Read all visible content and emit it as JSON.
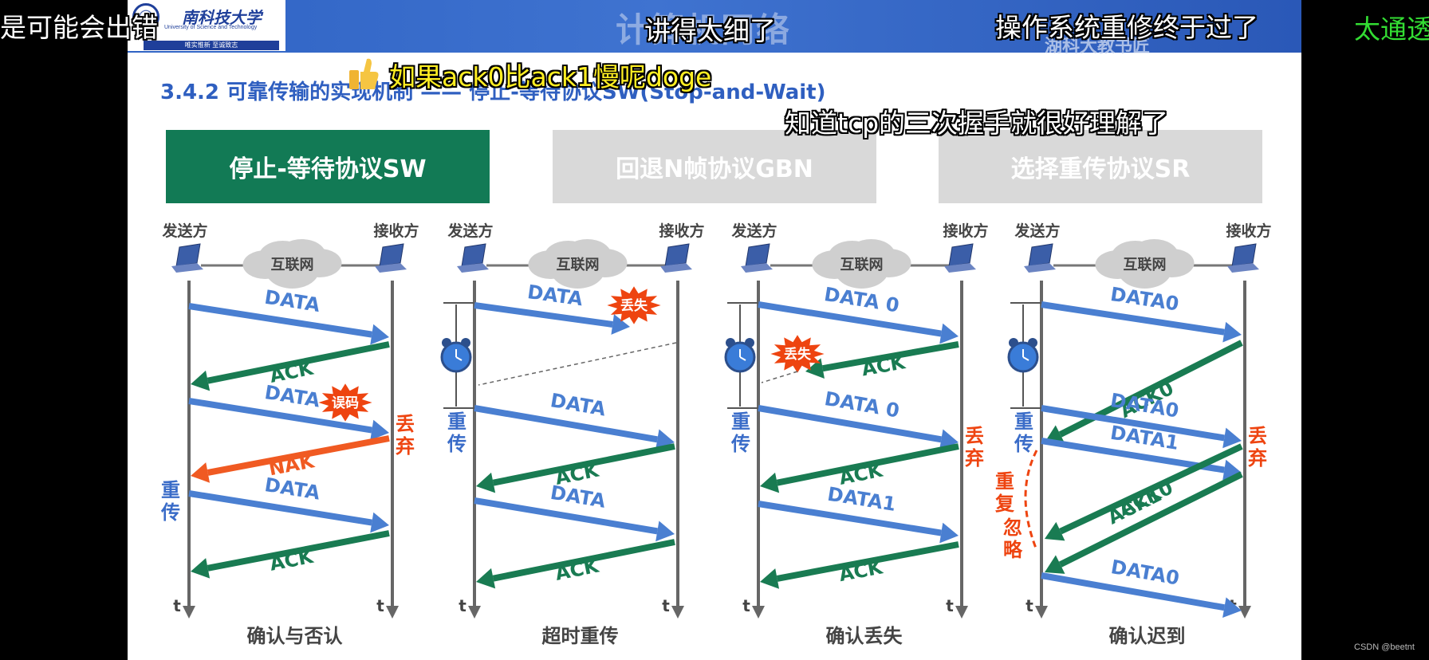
{
  "header": {
    "school_logo_cn": "南科技大学",
    "school_logo_en": "University of Science and Technology",
    "school_motto": "唯实惟新  至诚致志",
    "watermark_title": "计算机网络",
    "watermark_school": "湖科大教书匠"
  },
  "slide": {
    "title": "3.4.2 可靠传输的实现机制 —— 停止-等待协议SW(Stop-and-Wait)",
    "tabs": [
      {
        "label": "停止-等待协议SW",
        "active": true
      },
      {
        "label": "回退N帧协议GBN",
        "active": false
      },
      {
        "label": "选择重传协议SR",
        "active": false
      }
    ],
    "colors": {
      "data_arrow": "#4a7fd1",
      "ack_arrow": "#197b52",
      "nak_arrow": "#f05a22",
      "burst": "#ee4410",
      "side_label_blue": "#3a6cc8",
      "side_label_red": "#ee4410",
      "active_tab": "#127a55"
    },
    "panels": [
      {
        "sender": "发送方",
        "receiver": "接收方",
        "network": "互联网",
        "caption": "确认与否认",
        "time_label": "t",
        "arrows": [
          "DATA",
          "ACK",
          "DATA",
          "NAK",
          "DATA",
          "ACK"
        ],
        "burst": "误码",
        "labels": {
          "discard": "丢弃",
          "retransmit": "重传"
        }
      },
      {
        "sender": "发送方",
        "receiver": "接收方",
        "network": "互联网",
        "caption": "超时重传",
        "time_label": "t",
        "arrows": [
          "DATA",
          "DATA",
          "ACK",
          "DATA",
          "ACK"
        ],
        "burst": "丢失",
        "labels": {
          "retransmit": "重传"
        }
      },
      {
        "sender": "发送方",
        "receiver": "接收方",
        "network": "互联网",
        "caption": "确认丢失",
        "time_label": "t",
        "arrows": [
          "DATA 0",
          "ACK",
          "DATA 0",
          "ACK",
          "DATA1",
          "ACK"
        ],
        "burst": "丢失",
        "labels": {
          "retransmit": "重传",
          "discard": "丢弃"
        }
      },
      {
        "sender": "发送方",
        "receiver": "接收方",
        "network": "互联网",
        "caption": "确认迟到",
        "time_label": "t",
        "arrows": [
          "DATA0",
          "ACK0",
          "DATA0",
          "DATA1",
          "ACK0",
          "ACK1",
          "DATA0"
        ],
        "labels": {
          "retransmit": "重传",
          "discard": "丢弃",
          "dup_ignore_1": "重复",
          "dup_ignore_2": "忽略"
        }
      }
    ]
  },
  "danmaku": [
    {
      "text": "是可能会出错",
      "color": "#ffffff"
    },
    {
      "text": "讲得太细了",
      "color": "#ffffff"
    },
    {
      "text": "操作系统重修终于过了",
      "color": "#ffffff"
    },
    {
      "text": "太通透",
      "color": "#33dd33"
    },
    {
      "text": "如果ack0比ack1慢呢doge",
      "color": "#ffee22"
    },
    {
      "text": "知道tcp的三次握手就很好理解了",
      "color": "#ffffff"
    }
  ],
  "thumb_icon": "thumbs-up-icon",
  "csdn_watermark": "CSDN @beetnt"
}
